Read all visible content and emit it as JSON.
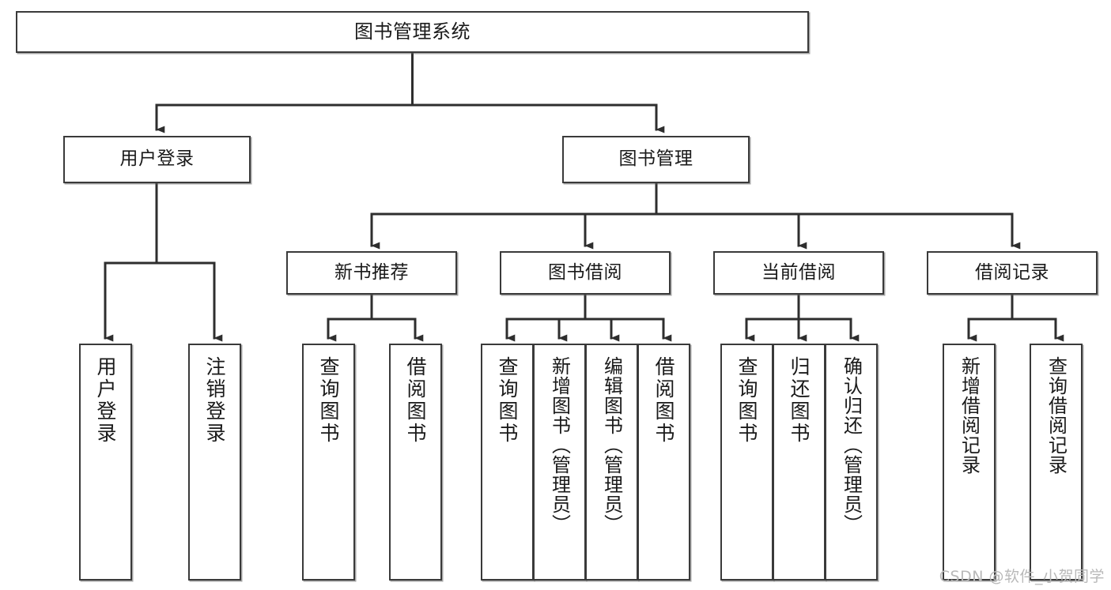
{
  "diagram": {
    "type": "tree",
    "title": "图书管理系统",
    "watermark": "CSDN @软件_小贺同学",
    "colors": {
      "box_border": "#3a3a3a",
      "box_fill": "#ffffff",
      "line": "#2e2e2e",
      "text": "#1a1a1a",
      "watermark": "#b9b9b9"
    },
    "nodes": {
      "root": {
        "label": "图书管理系统"
      },
      "level2": [
        {
          "id": "user-login",
          "label": "用户登录"
        },
        {
          "id": "book-manage",
          "label": "图书管理"
        }
      ],
      "level3": [
        {
          "id": "new-book-rec",
          "label": "新书推荐"
        },
        {
          "id": "book-borrow",
          "label": "图书借阅"
        },
        {
          "id": "current-borrow",
          "label": "当前借阅"
        },
        {
          "id": "borrow-record",
          "label": "借阅记录"
        }
      ],
      "leaves": {
        "user-login": [
          {
            "id": "leaf-user-login",
            "label": "用户登录"
          },
          {
            "id": "leaf-user-logout",
            "label": "注销登录"
          }
        ],
        "new-book-rec": [
          {
            "id": "leaf-query-book-1",
            "label": "查询图书"
          },
          {
            "id": "leaf-borrow-book-1",
            "label": "借阅图书"
          }
        ],
        "book-borrow": [
          {
            "id": "leaf-query-book-2",
            "label": "查询图书"
          },
          {
            "id": "leaf-add-book",
            "label": "新增图书（管理员）"
          },
          {
            "id": "leaf-edit-book",
            "label": "编辑图书（管理员）"
          },
          {
            "id": "leaf-borrow-book-2",
            "label": "借阅图书"
          }
        ],
        "current-borrow": [
          {
            "id": "leaf-query-book-3",
            "label": "查询图书"
          },
          {
            "id": "leaf-return-book",
            "label": "归还图书"
          },
          {
            "id": "leaf-confirm-return",
            "label": "确认归还（管理员）"
          }
        ],
        "borrow-record": [
          {
            "id": "leaf-add-record",
            "label": "新增借阅记录"
          },
          {
            "id": "leaf-query-record",
            "label": "查询借阅记录"
          }
        ]
      }
    }
  }
}
